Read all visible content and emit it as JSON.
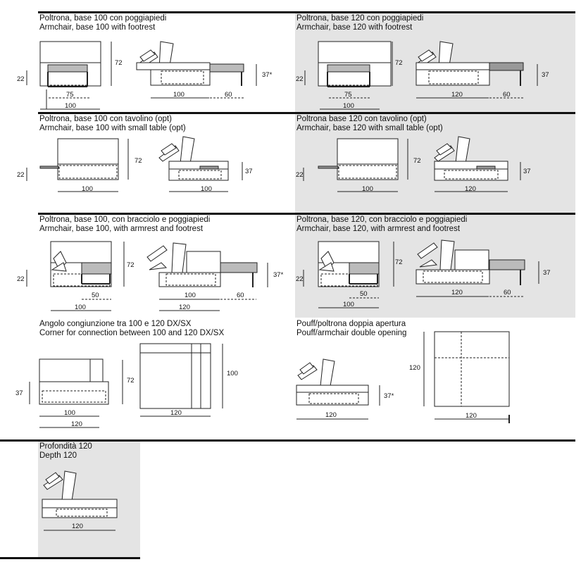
{
  "sections": [
    {
      "id": "armchair-100-footrest",
      "title_it": "Poltrona, base 100 con poggiapiedi",
      "title_en": "Armchair, base 100 with footrest",
      "dims": [
        "72",
        "22",
        "75",
        "100",
        "100",
        "60",
        "37*"
      ]
    },
    {
      "id": "armchair-120-footrest",
      "title_it": "Poltrona, base 120 con poggiapiedi",
      "title_en": "Armchair, base 120 with footrest",
      "dims": [
        "72",
        "22",
        "75",
        "100",
        "120",
        "60",
        "37"
      ]
    },
    {
      "id": "armchair-100-table",
      "title_it": "Poltrona, base 100 con tavolino (opt)",
      "title_en": "Armchair, base 100 with small table (opt)",
      "dims": [
        "72",
        "22",
        "100",
        "100",
        "37"
      ]
    },
    {
      "id": "armchair-120-table",
      "title_it": "Poltrona base 120 con tavolino (opt)",
      "title_en": "Armchair, base 120 with small table (opt)",
      "dims": [
        "72",
        "22",
        "100",
        "120",
        "37"
      ]
    },
    {
      "id": "armchair-100-armrest",
      "title_it": "Poltrona, base 100, con bracciolo e poggiapiedi",
      "title_en": "Armchair, base 100, with armrest and footrest",
      "dims": [
        "72",
        "22",
        "50",
        "100",
        "100",
        "60",
        "120",
        "37*"
      ]
    },
    {
      "id": "armchair-120-armrest",
      "title_it": "Poltrona, base 120, con bracciolo e poggiapiedi",
      "title_en": "Armchair, base 120, with armrest and footrest",
      "dims": [
        "72",
        "22",
        "50",
        "100",
        "120",
        "60",
        "37"
      ]
    },
    {
      "id": "corner-connection",
      "title_it": "Angolo congiunzione tra 100 e 120 DX/SX",
      "title_en": "Corner for connection between 100 and 120 DX/SX",
      "dims": [
        "37",
        "72",
        "100",
        "120",
        "100",
        "120"
      ]
    },
    {
      "id": "pouff-double",
      "title_it": "Pouff/poltrona doppia apertura",
      "title_en": "Pouff/armchair double opening",
      "dims": [
        "37*",
        "120",
        "120",
        "120"
      ]
    },
    {
      "id": "depth-120",
      "title_it": "Profondità 120",
      "title_en": "Depth 120",
      "dims": [
        "120"
      ]
    }
  ]
}
